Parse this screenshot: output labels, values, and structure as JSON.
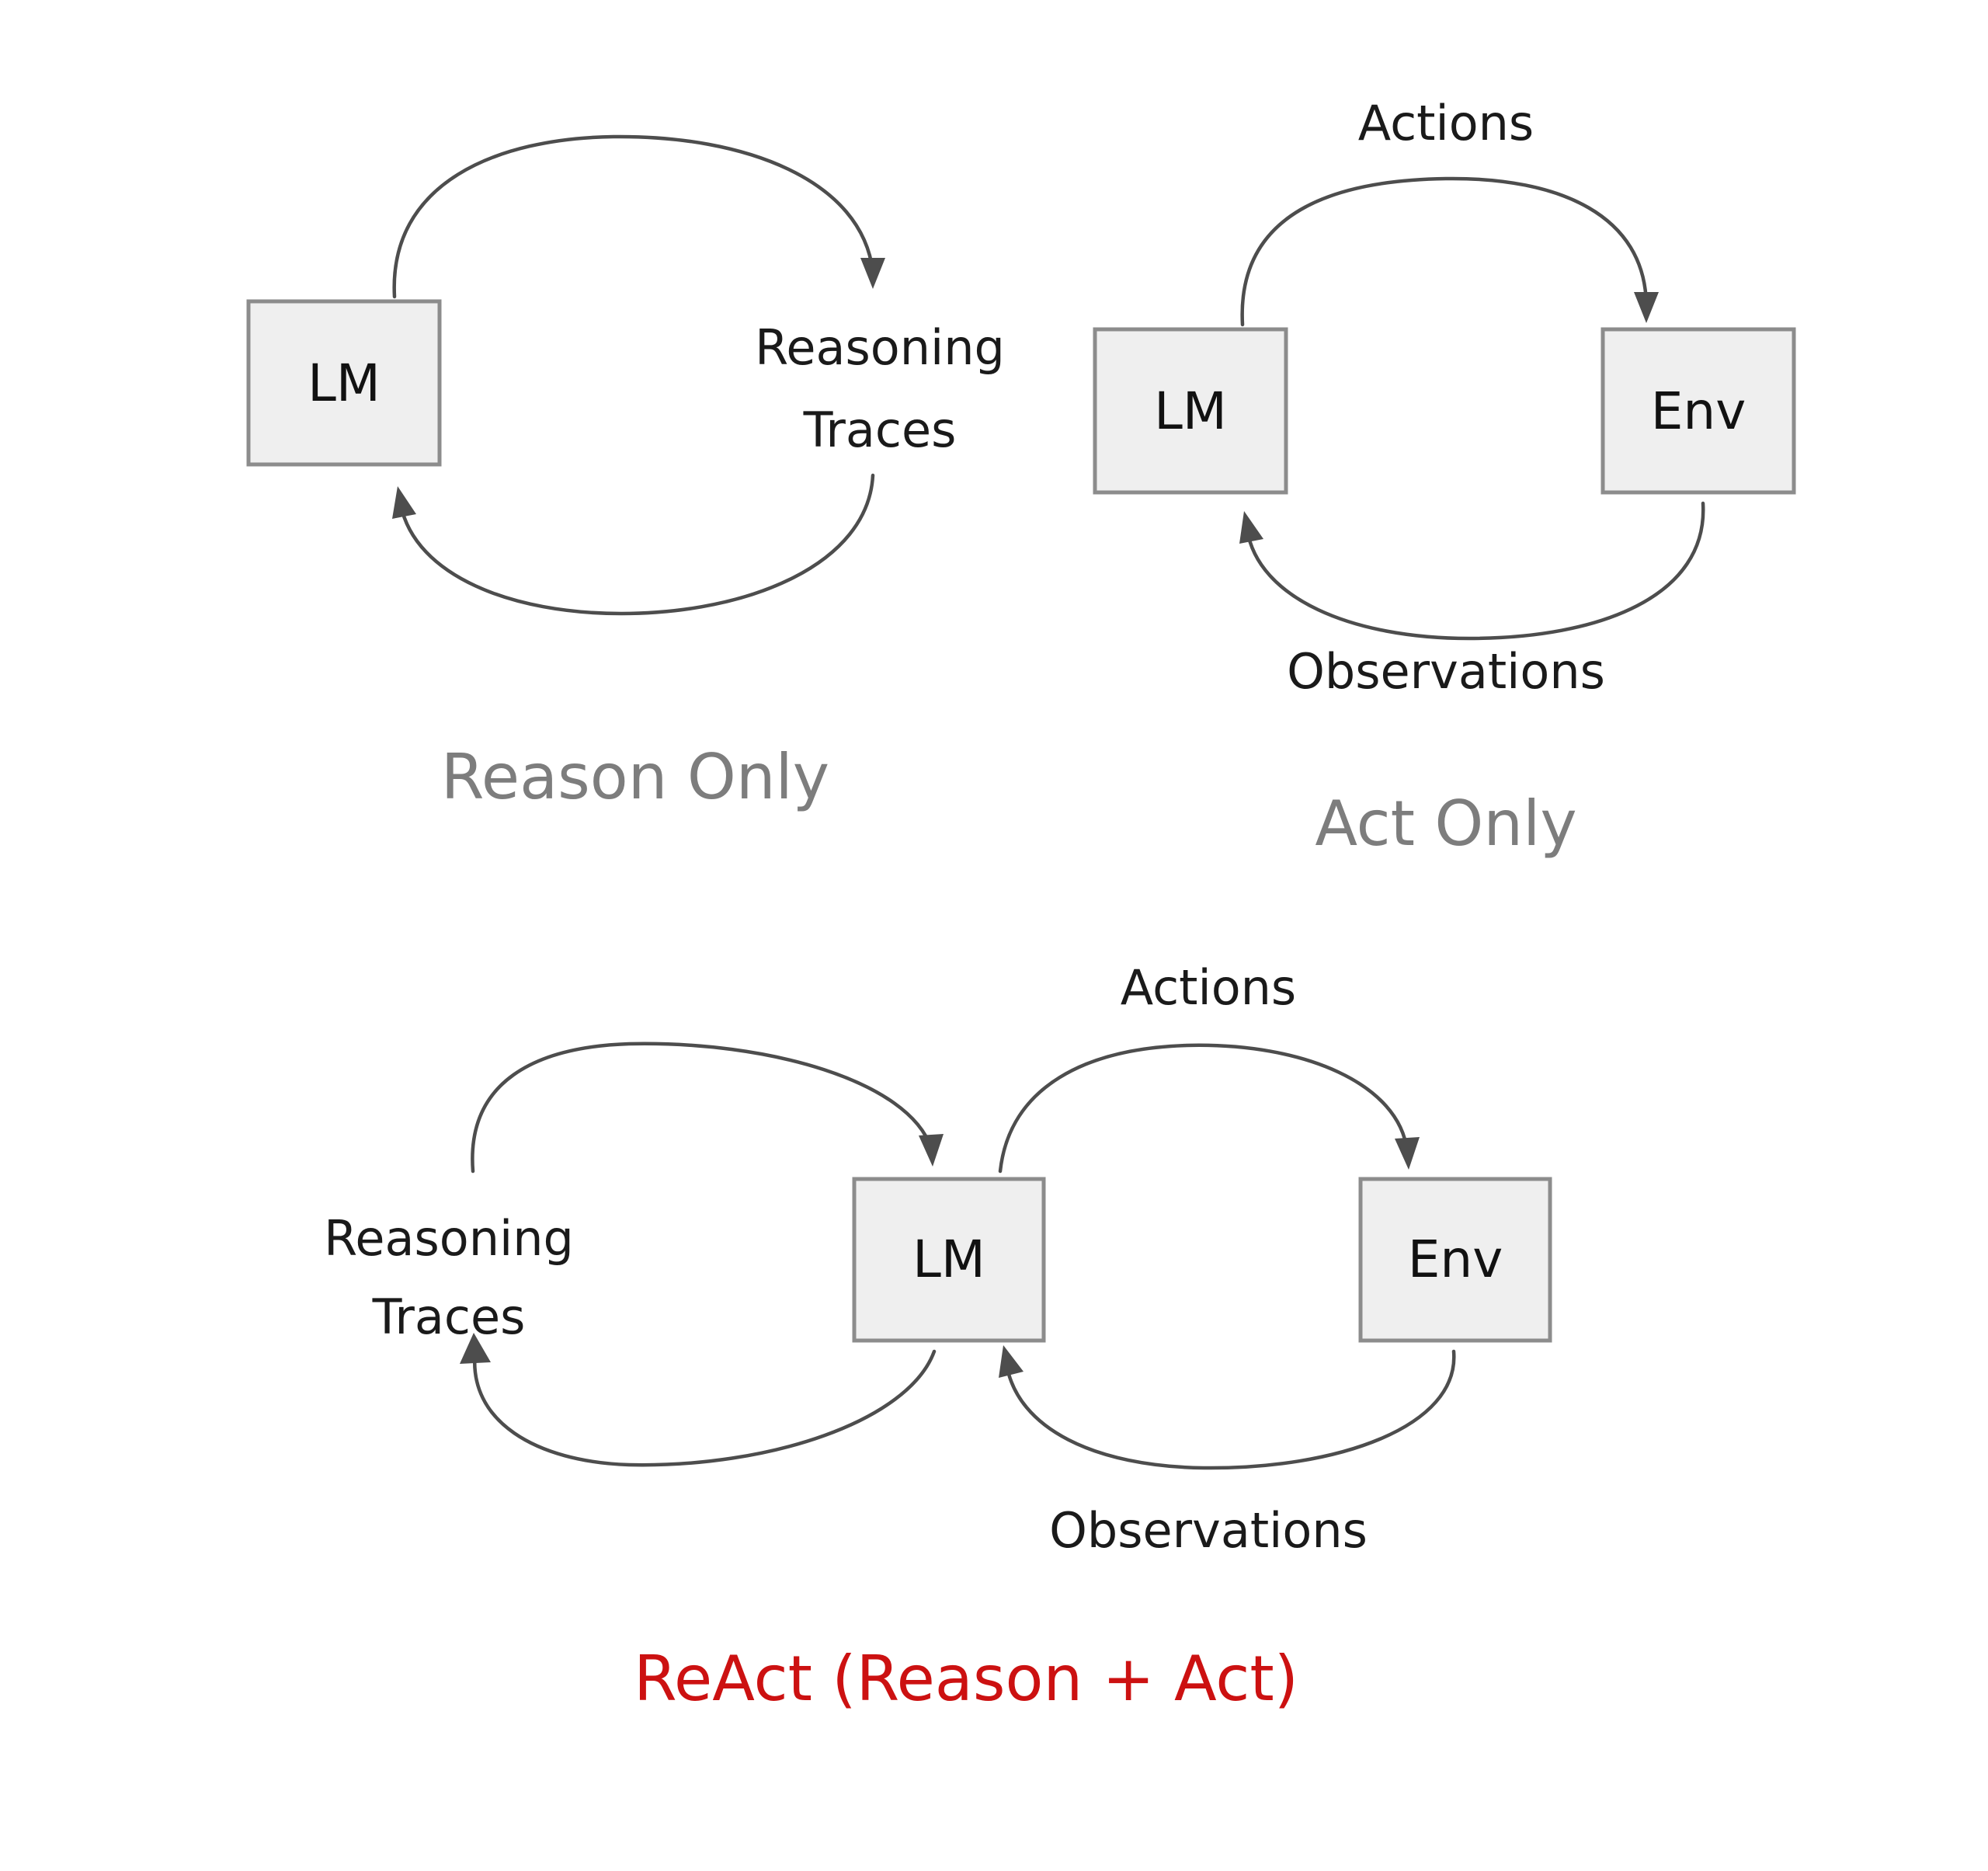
{
  "figure": {
    "title_present": false,
    "background_color": "#ffffff",
    "box_fill_color": "#efefef",
    "box_border_color": "#8c8c8c",
    "edge_color": "#4d4d4d",
    "caption_gray_color": "#7d7d7d",
    "caption_accent_color": "#cc1111"
  },
  "panels": [
    {
      "id": "reason-only",
      "caption": "Reason Only",
      "caption_color": "#7d7d7d",
      "nodes": [
        {
          "id": "lm",
          "label": "LM"
        }
      ],
      "edges": [
        {
          "id": "reasoning-traces",
          "label_line1": "Reasoning",
          "label_line2": "Traces",
          "from": "LM",
          "to": "LM"
        }
      ]
    },
    {
      "id": "act-only",
      "caption": "Act Only",
      "caption_color": "#7d7d7d",
      "nodes": [
        {
          "id": "lm",
          "label": "LM"
        },
        {
          "id": "env",
          "label": "Env"
        }
      ],
      "edges": [
        {
          "id": "actions",
          "label": "Actions",
          "from": "LM",
          "to": "Env"
        },
        {
          "id": "observations",
          "label": "Observations",
          "from": "Env",
          "to": "LM"
        }
      ]
    },
    {
      "id": "react",
      "caption": "ReAct (Reason + Act)",
      "caption_color": "#cc1111",
      "nodes": [
        {
          "id": "lm",
          "label": "LM"
        },
        {
          "id": "env",
          "label": "Env"
        }
      ],
      "edges": [
        {
          "id": "reasoning-traces",
          "label_line1": "Reasoning",
          "label_line2": "Traces",
          "from": "LM",
          "to": "LM"
        },
        {
          "id": "actions",
          "label": "Actions",
          "from": "LM",
          "to": "Env"
        },
        {
          "id": "observations",
          "label": "Observations",
          "from": "Env",
          "to": "LM"
        }
      ]
    }
  ],
  "labels": {
    "lm": "LM",
    "env": "Env",
    "actions": "Actions",
    "observations": "Observations",
    "reasoning": "Reasoning",
    "traces": "Traces",
    "reason_only": "Reason Only",
    "act_only": "Act Only",
    "react": "ReAct (Reason + Act)"
  }
}
